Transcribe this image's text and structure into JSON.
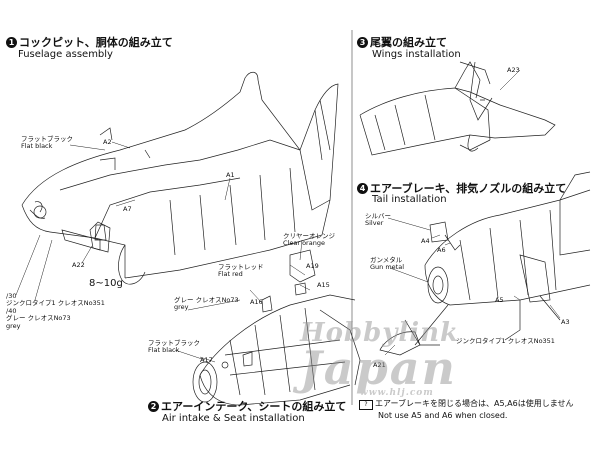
{
  "steps": {
    "s1": {
      "number": "1",
      "title_jp": "コックピット、胴体の組み立て",
      "title_en": "Fuselage assembly"
    },
    "s2": {
      "number": "2",
      "title_jp": "エアーインテーク、シートの組み立て",
      "title_en": "Air intake & Seat installation"
    },
    "s3": {
      "number": "3",
      "title_jp": "尾翼の組み立て",
      "title_en": "Wings installation"
    },
    "s4": {
      "number": "4",
      "title_jp": "エアーブレーキ、排気ノズルの組み立て",
      "title_en": "Tail installation"
    }
  },
  "callouts": {
    "flat_black_1_jp": "フラットブラック",
    "flat_black_1_en": "Flat black",
    "flat_black_2_jp": "フラットブラック",
    "flat_black_2_en": "Flat black",
    "clear_orange_jp": "クリヤーオレンジ",
    "clear_orange_en": "Clear orange",
    "flat_red_jp": "フラットレッド",
    "flat_red_en": "Flat red",
    "grey_jp": "グレー クレオスNo73",
    "grey_en": "grey",
    "silver_jp": "シルバー",
    "silver_en": "Silver",
    "gun_metal_jp": "ガンメタル",
    "gun_metal_en": "Gun metal",
    "mix_line1": "/30",
    "mix_line2": "ジンクロタイプ1 クレオスNo351",
    "mix_line3": "/40",
    "mix_line4": "グレー クレオスNo73",
    "mix_line5": "grey",
    "zinc_jp": "ジンクロタイプ1 クレオスNo351"
  },
  "parts": {
    "a1": "A1",
    "a2": "A2",
    "a7": "A7",
    "a22": "A22",
    "a19": "A19",
    "a15": "A15",
    "a16": "A16",
    "a17": "A17",
    "a23": "A23",
    "a4": "A4",
    "a6": "A6",
    "a5": "A5",
    "a3": "A3",
    "a21": "A21"
  },
  "weight": "8~10g",
  "note": {
    "icon": "?",
    "jp": "エアーブレーキを閉じる場合は、A5,A6は使用しません",
    "en": "Not use A5 and A6 when closed."
  },
  "watermark": {
    "line1": "Hobbylink",
    "line2": "Japan",
    "line3": "www.hlj.com"
  }
}
